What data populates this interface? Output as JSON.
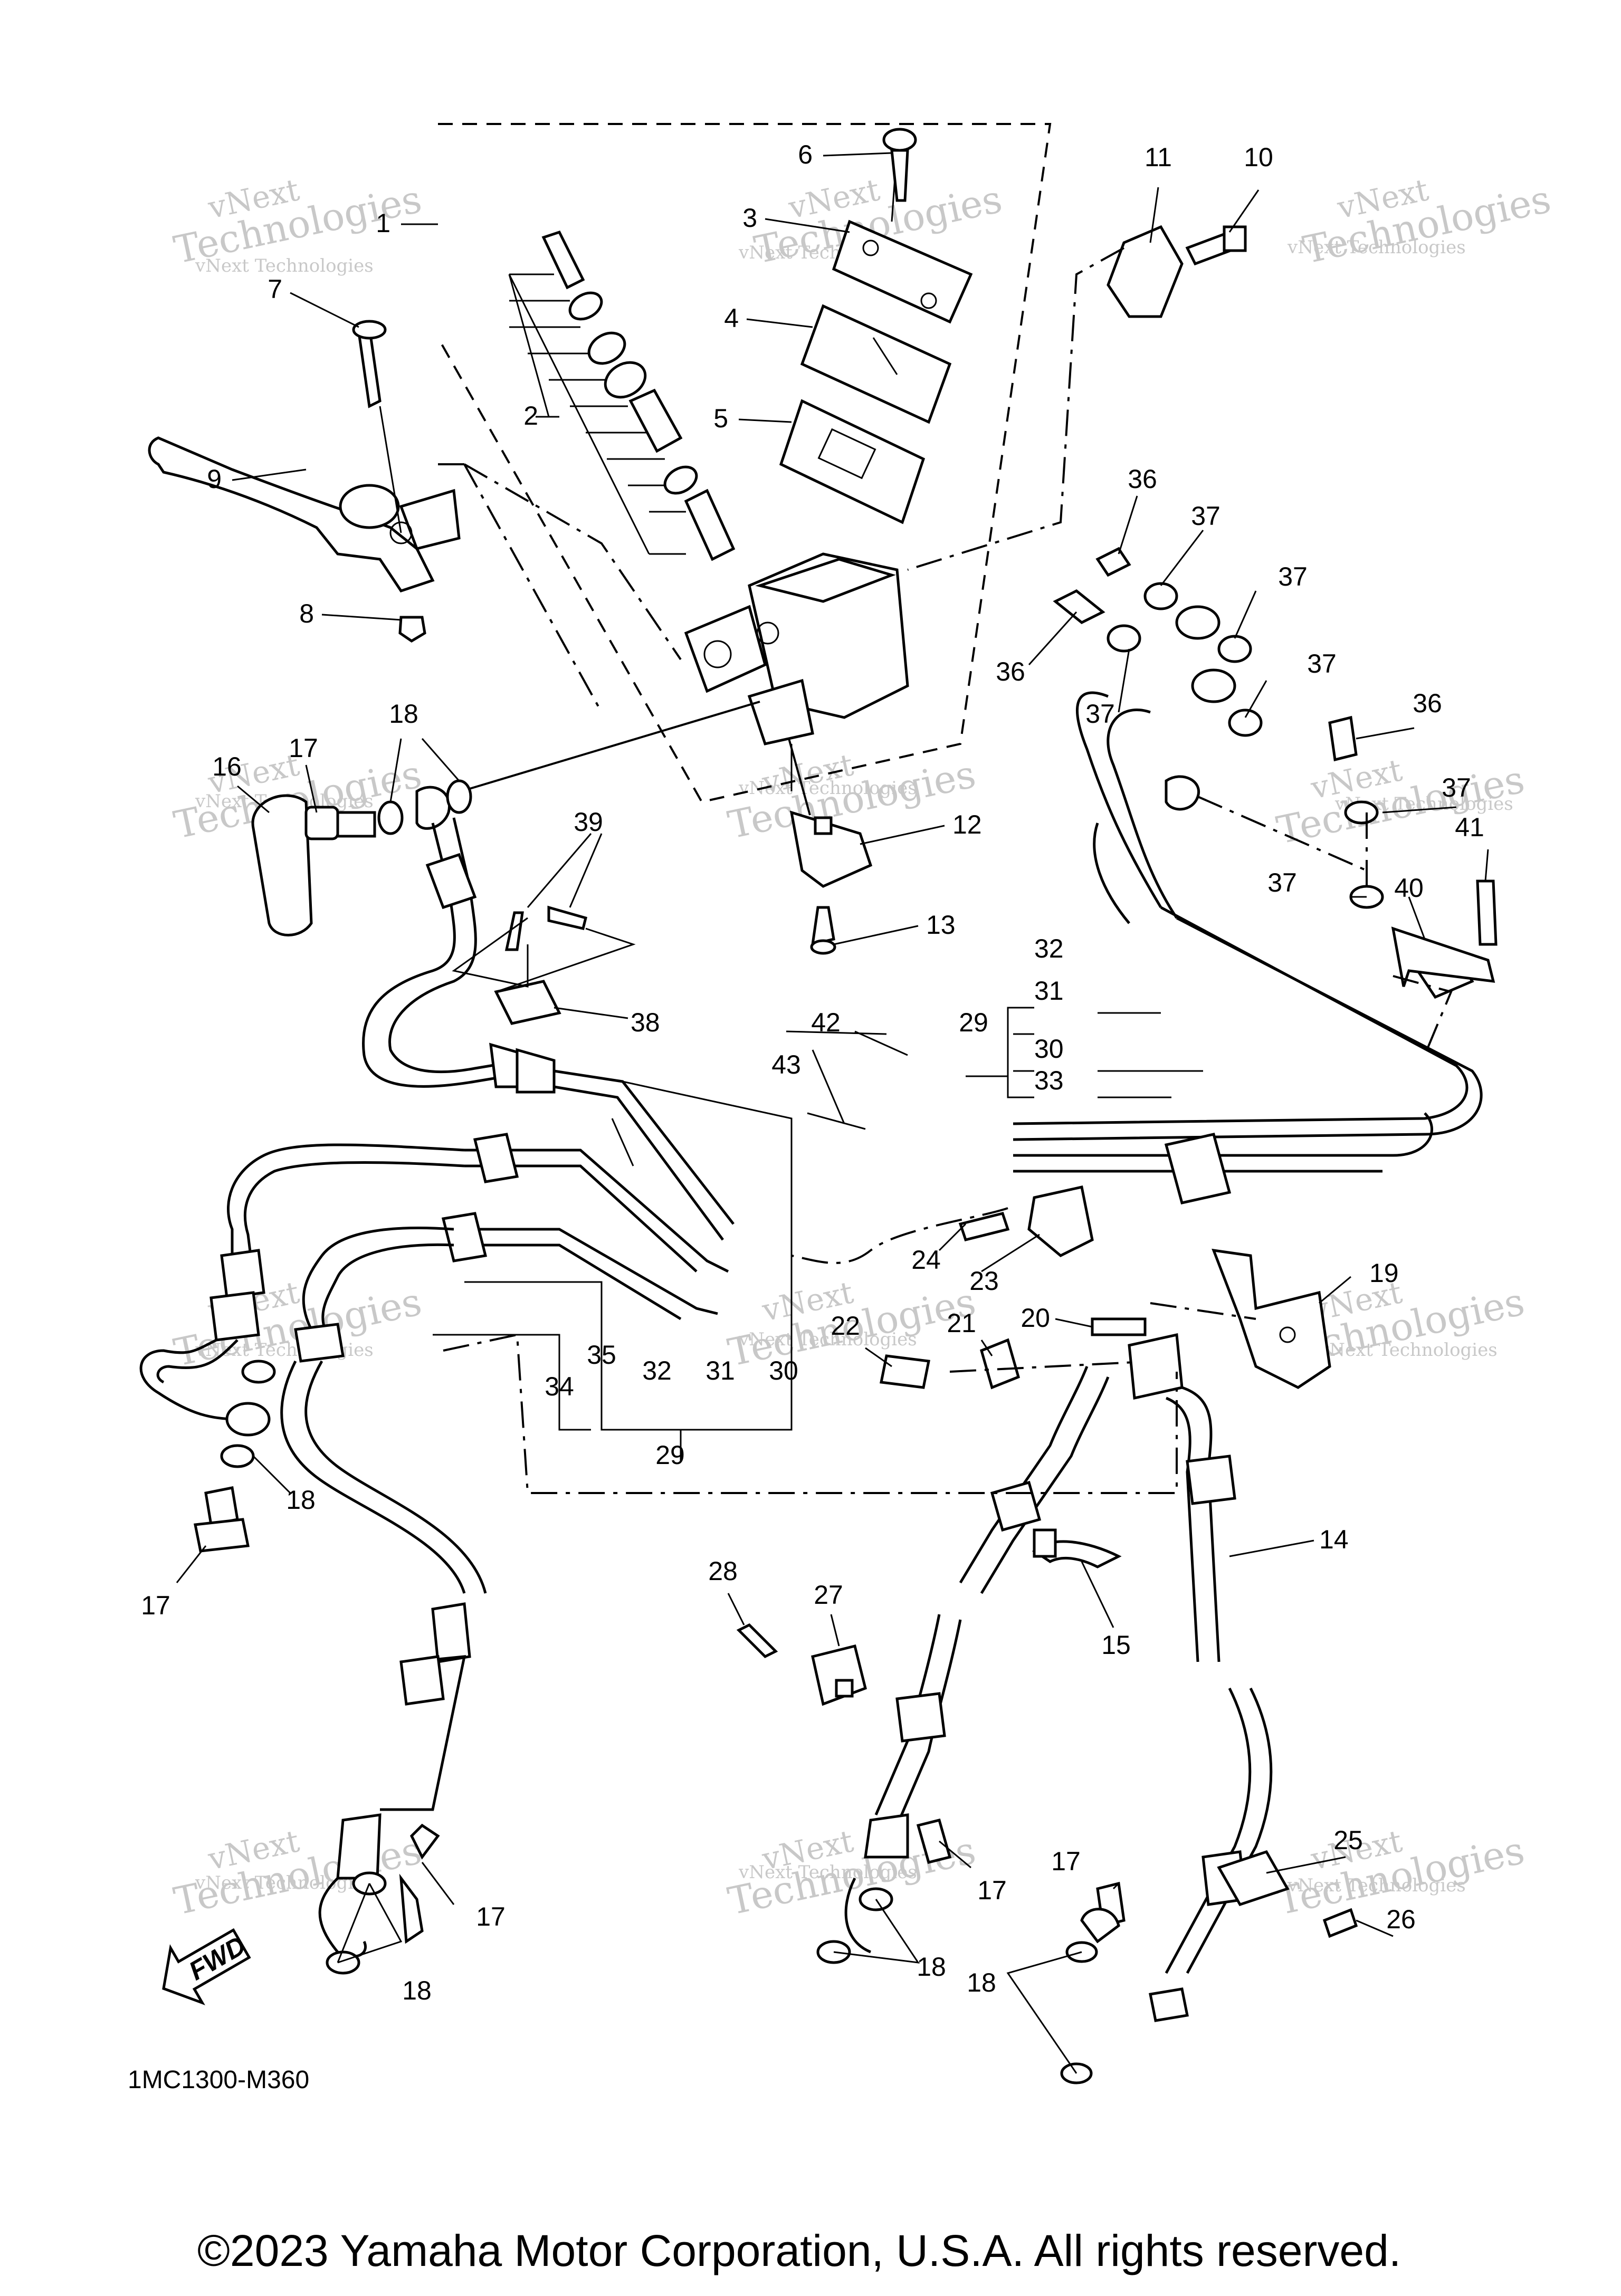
{
  "diagram": {
    "code": "1MC1300-M360",
    "copyright": "©2023 Yamaha Motor Corporation, U.S.A. All rights reserved.",
    "direction_label": "FWD",
    "watermark": {
      "line1": "vNext Technologies",
      "line2": "vNext",
      "line3": "Technologies"
    },
    "callouts": [
      "1",
      "2",
      "3",
      "4",
      "5",
      "6",
      "7",
      "8",
      "9",
      "10",
      "11",
      "12",
      "13",
      "14",
      "15",
      "16",
      "17",
      "18",
      "19",
      "20",
      "21",
      "22",
      "23",
      "24",
      "25",
      "26",
      "27",
      "28",
      "29",
      "30",
      "31",
      "32",
      "33",
      "34",
      "35",
      "36",
      "37",
      "38",
      "39",
      "40",
      "41",
      "42",
      "43"
    ]
  }
}
